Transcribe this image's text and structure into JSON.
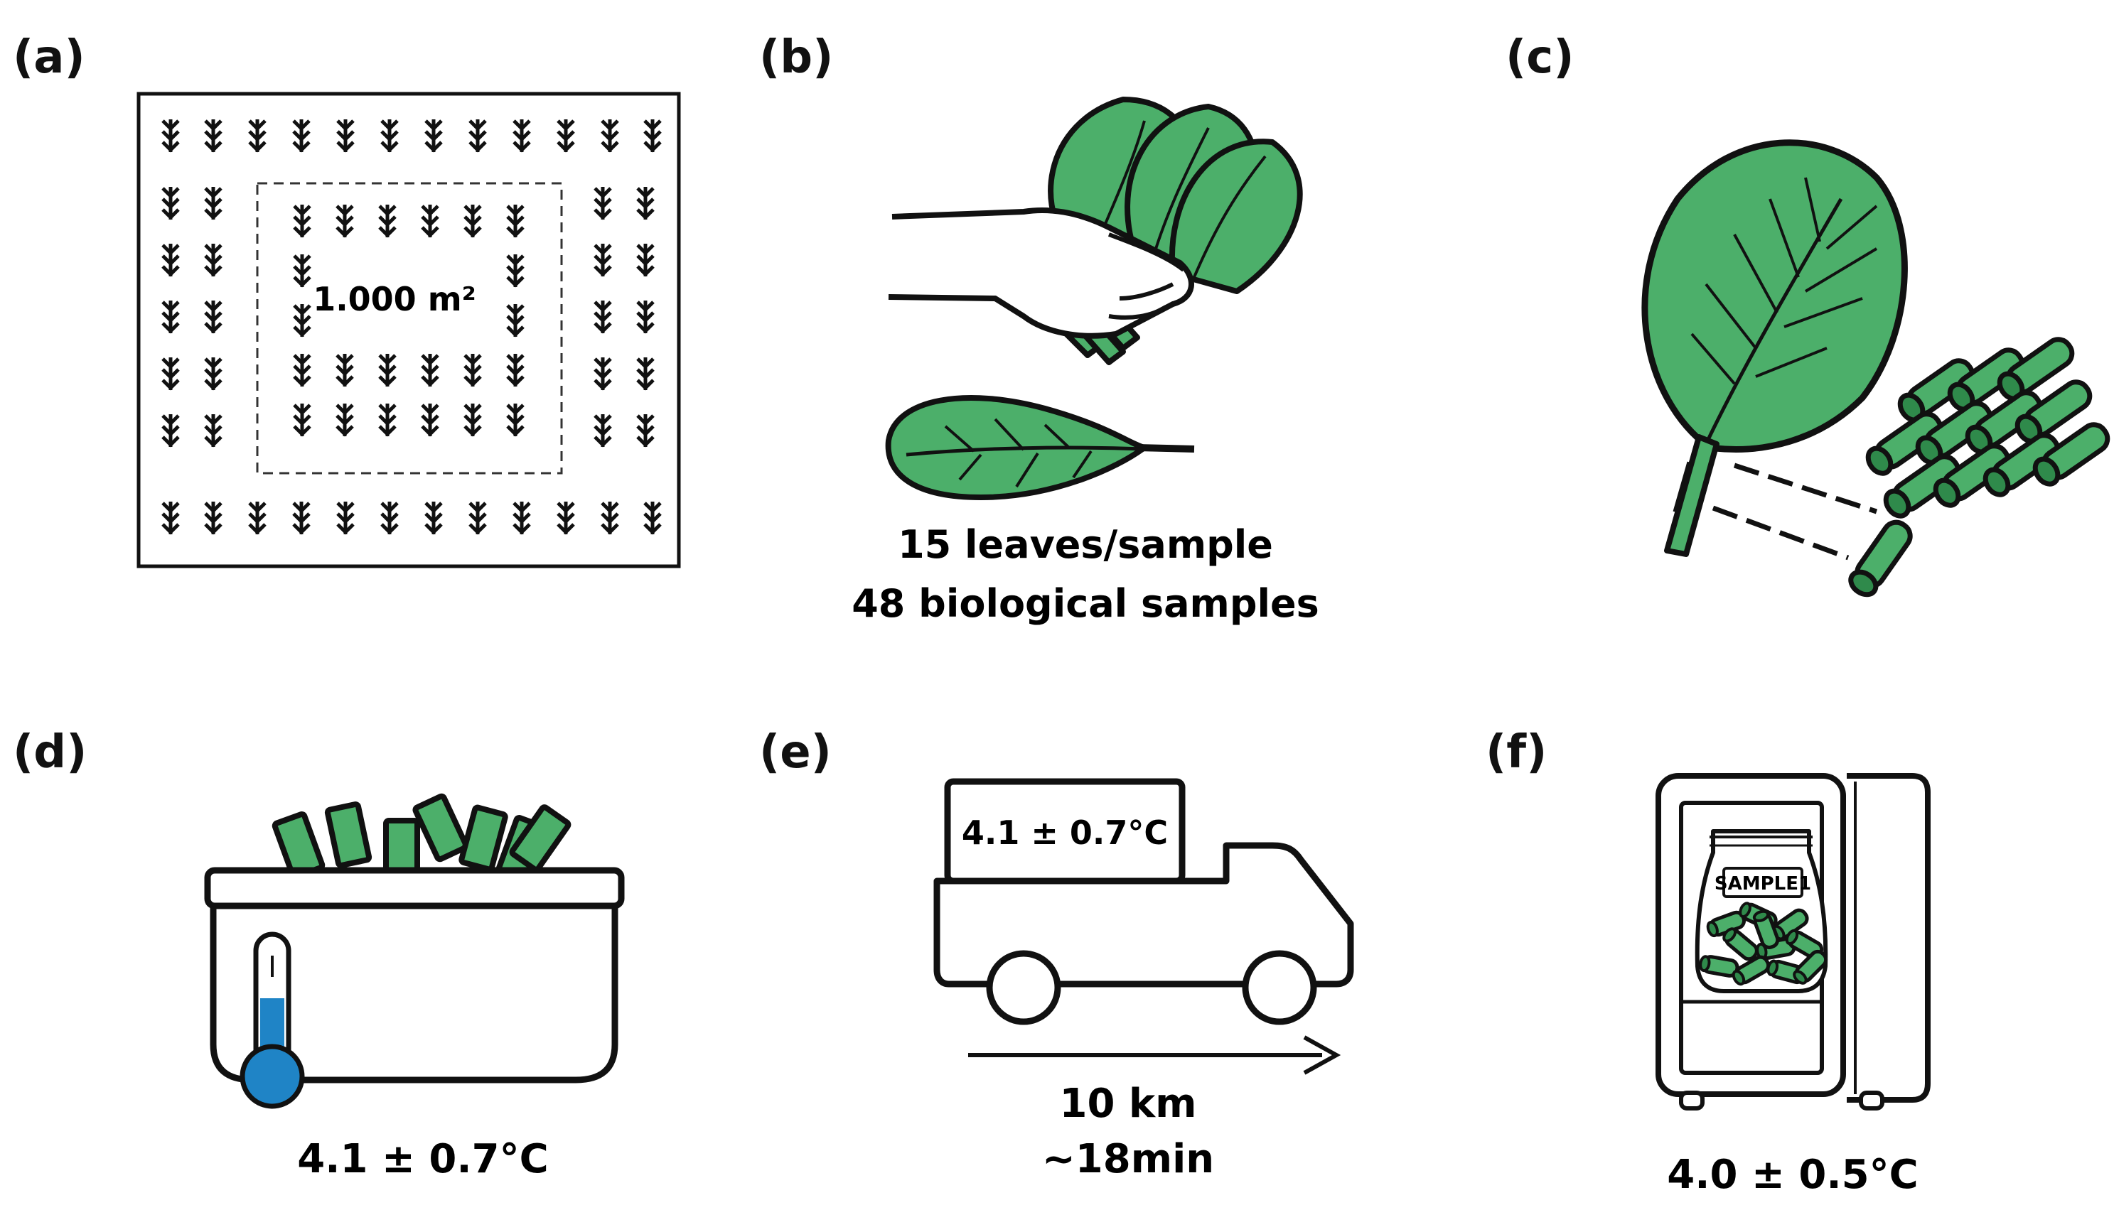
{
  "panels": [
    {
      "id": "a",
      "label": "(a)",
      "texts": [
        "1.000 m²"
      ]
    },
    {
      "id": "b",
      "label": "(b)",
      "texts": [
        "15 leaves/sample",
        "48 biological samples"
      ]
    },
    {
      "id": "c",
      "label": "(c)",
      "texts": []
    },
    {
      "id": "d",
      "label": "(d)",
      "texts": [
        "4.1 ± 0.7°C"
      ]
    },
    {
      "id": "e",
      "label": "(e)",
      "texts": [
        "4.1 ± 0.7°C",
        "10 km",
        "~18min"
      ]
    },
    {
      "id": "f",
      "label": "(f)",
      "texts": [
        "SAMPLE1",
        "4.0 ± 0.5°C"
      ]
    }
  ],
  "colors": {
    "leaf": "#4caf6a",
    "leaf_dark": "#2f8a4b",
    "outline": "#111111",
    "thermometer_fill": "#1f84c6"
  },
  "icons": [
    "plant-sprout-icon",
    "hand-holding-leaves-icon",
    "leaf-icon",
    "leaf-stem-pieces-icon",
    "cooler-box-icon",
    "thermometer-icon",
    "truck-icon",
    "arrow-right-icon",
    "refrigerator-icon",
    "sample-bag-icon"
  ]
}
